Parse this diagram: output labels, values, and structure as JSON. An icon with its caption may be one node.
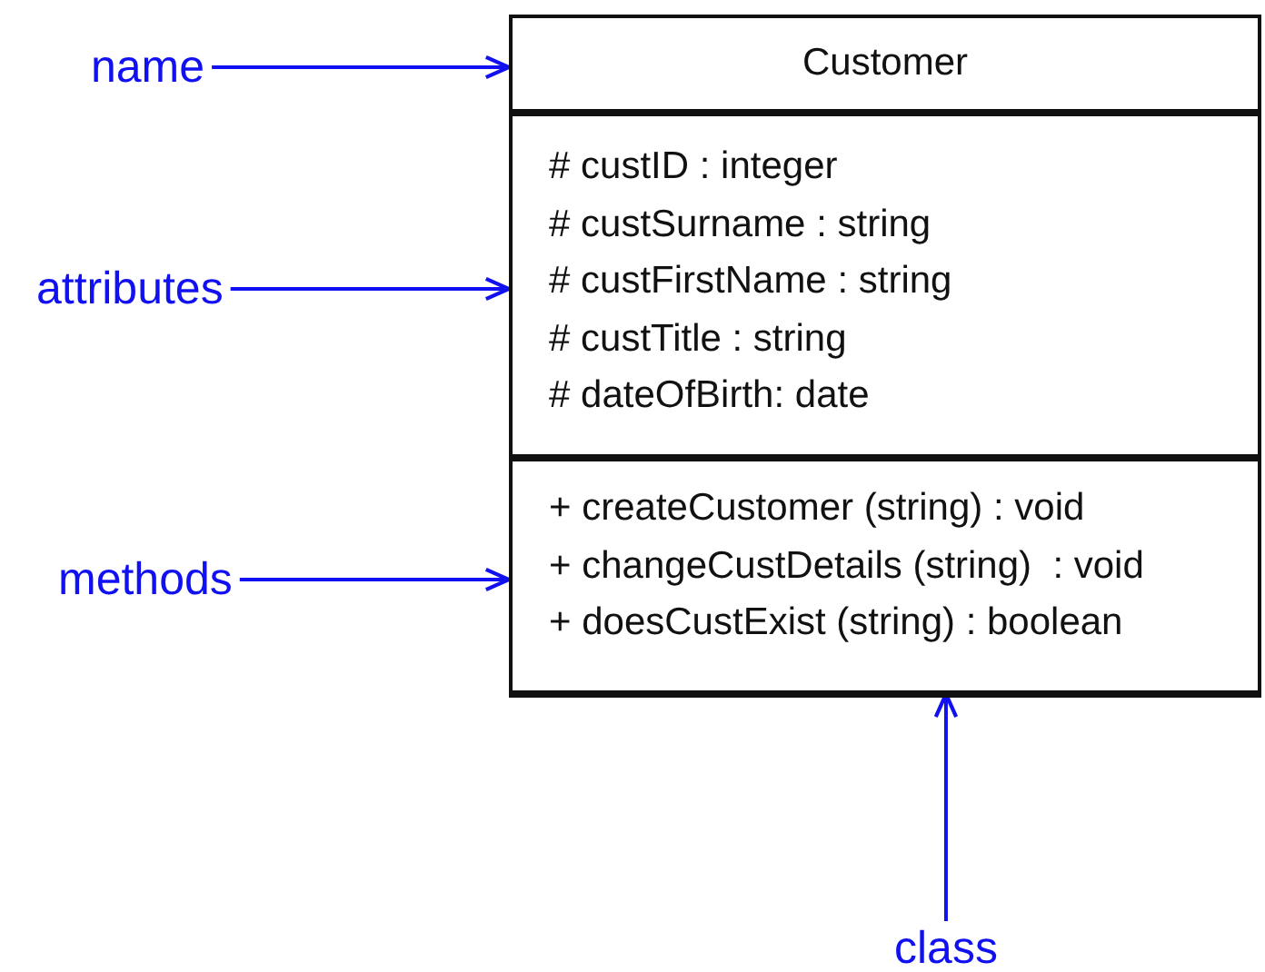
{
  "diagram": {
    "nodes": [
      {
        "text": [
          "name"
        ]
      },
      {
        "text": [
          "attributes"
        ]
      },
      {
        "text": [
          "methods"
        ]
      },
      {
        "text": [
          "class"
        ]
      },
      {
        "text": [],
        "shape": "box"
      },
      {
        "text": [
          "Customer"
        ],
        "in": 4
      },
      {
        "text": [
          "# custID : integer",
          "# custSurname : string",
          "# custFirstName : string",
          "# custTitle : string",
          "# dateOfBirth: date"
        ],
        "in": 4
      },
      {
        "text": [
          "+ createCustomer (string) : void",
          "+ changeCustDetails (string)  : void",
          "+ doesCustExist (string) : boolean"
        ],
        "in": 4
      }
    ],
    "edges": [
      {
        "from": 0,
        "to": 5,
        "arrow": "to"
      },
      {
        "from": 1,
        "to": 6,
        "arrow": "to"
      },
      {
        "from": 2,
        "to": 7,
        "arrow": "to"
      },
      {
        "from": 3,
        "to": 4,
        "arrow": "to"
      }
    ]
  }
}
